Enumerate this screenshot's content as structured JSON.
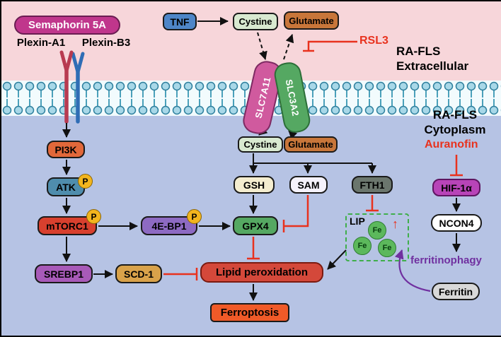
{
  "palette": {
    "extracellular_bg": "#f7d6da",
    "cytoplasm_bg": "#b6c3e4",
    "membrane_head": "#a8d8e8",
    "activation_black": "#111111",
    "inhibition_red": "#e8321e",
    "ferritinophagy_purple": "#7030a0"
  },
  "labels": {
    "semaphorin": "Semaphorin 5A",
    "plexin_a1": "Plexin-A1",
    "plexin_b3": "Plexin-B3",
    "tnf": "TNF",
    "cystine_top": "Cystine",
    "glutamate_top": "Glutamate",
    "rsl3": "RSL3",
    "ra_fls_extra_1": "RA-FLS",
    "ra_fls_extra_2": "Extracellular",
    "slc7a11": "SLC7A11",
    "slc3a2": "SLC3A2",
    "ra_fls_cyto_1": "RA-FLS",
    "ra_fls_cyto_2": "Cytoplasm",
    "auranofin": "Auranofin",
    "hif1a": "HIF-1α",
    "ncon4": "NCON4",
    "ferritinophagy": "ferritinophagy",
    "ferritin": "Ferritin",
    "cystine_bottom": "Cystine",
    "glutamate_bottom": "Glutamate",
    "gsh": "GSH",
    "sam": "SAM",
    "fth1": "FTH1",
    "gpx4": "GPX4",
    "pi3k": "PI3K",
    "atk": "ATK",
    "mtorc1": "mTORC1",
    "e4bp1": "4E-BP1",
    "srebp1": "SREBP1",
    "scd1": "SCD-1",
    "lip": "LIP",
    "fe": "Fe",
    "lip_up": "↑",
    "lipid_peroxidation": "Lipid peroxidation",
    "ferroptosis": "Ferroptosis",
    "p_badge": "P"
  }
}
